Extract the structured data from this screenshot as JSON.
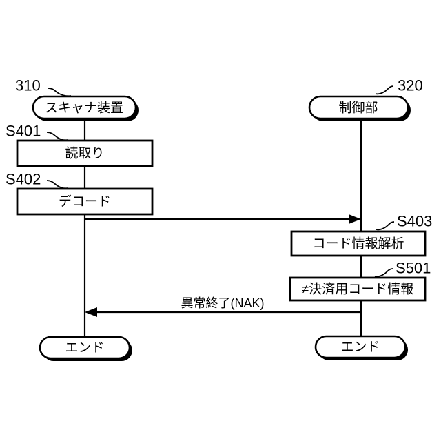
{
  "figure": {
    "type": "sequence-diagram",
    "background_color": "#ffffff",
    "line_color": "#000000"
  },
  "lanes": [
    {
      "id": "scanner",
      "ref_number": "310",
      "start_label": "スキャナ装置",
      "end_label": "エンド"
    },
    {
      "id": "controller",
      "ref_number": "320",
      "start_label": "制御部",
      "end_label": "エンド"
    }
  ],
  "steps": [
    {
      "id": "s401",
      "step_number": "S401",
      "label": "読取り",
      "lane": "scanner"
    },
    {
      "id": "s402",
      "step_number": "S402",
      "label": "デコード",
      "lane": "scanner"
    },
    {
      "id": "s403",
      "step_number": "S403",
      "label": "コード情報解析",
      "lane": "controller"
    },
    {
      "id": "s501",
      "step_number": "S501",
      "label": "≠決済用コード情報",
      "lane": "controller"
    }
  ],
  "messages": [
    {
      "id": "msg-request",
      "label": "",
      "from": "scanner",
      "to": "controller",
      "direction": "right"
    },
    {
      "id": "msg-nak",
      "label": "異常終了(NAK)",
      "from": "controller",
      "to": "scanner",
      "direction": "left"
    }
  ]
}
